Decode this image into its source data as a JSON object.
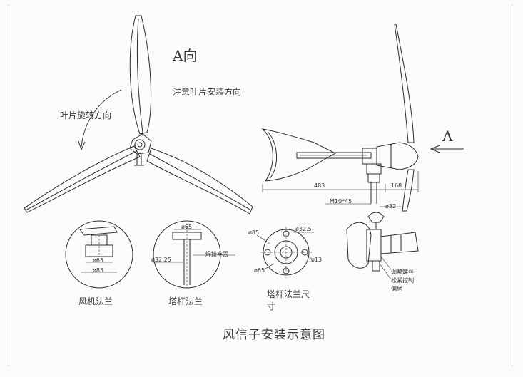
{
  "labels": {
    "view_a": "A向",
    "blade_note": "注意叶片安装方向",
    "rotation": "叶片旋转方向",
    "arrow_a": "A",
    "dim_483": "483",
    "dim_168": "168",
    "bolt": "M10*45",
    "dia_32": "ø32",
    "nacelle_flange": "风机法兰",
    "tower_flange": "塔杆法兰",
    "tower_flange_size_1": "塔杆法兰尺",
    "tower_flange_size_2": "寸",
    "nf_d65": "ø65",
    "nf_d85": "ø85",
    "tf_d65": "ø65",
    "tf_d3225": "ø32.25",
    "tf_weld": "焊接牢固",
    "fs_d85": "ø85",
    "fs_d325": "ø32.5",
    "fs_d13": "ø13",
    "fs_d65": "ø65",
    "tail_note_1": "调整螺丝",
    "tail_note_2": "松紧控制",
    "tail_note_3": "偏尾",
    "main_title": "风信子安装示意图"
  }
}
